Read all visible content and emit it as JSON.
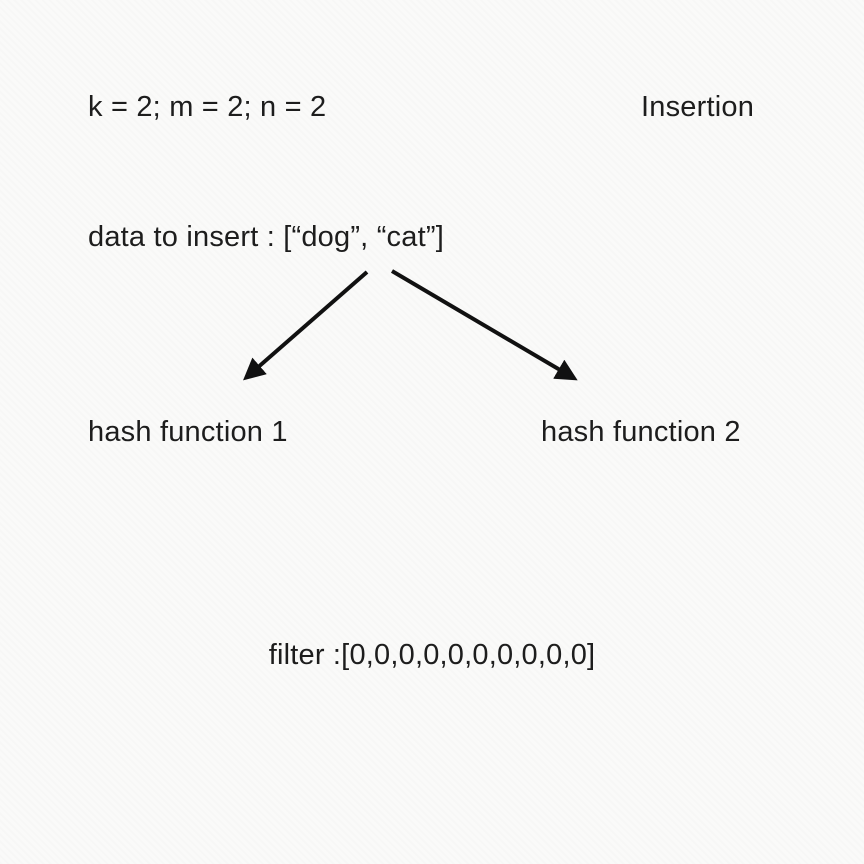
{
  "colors": {
    "background": "#fafaf9",
    "text": "#1d1d1d",
    "arrow": "#111111"
  },
  "header": {
    "parameters": "k = 2; m = 2; n = 2",
    "operation_title": "Insertion"
  },
  "flow": {
    "data_node": "data to insert : [“dog”, “cat”]",
    "hash_nodes": [
      "hash function 1",
      "hash function 2"
    ],
    "filter_node": "filter :[0,0,0,0,0,0,0,0,0,0]"
  }
}
